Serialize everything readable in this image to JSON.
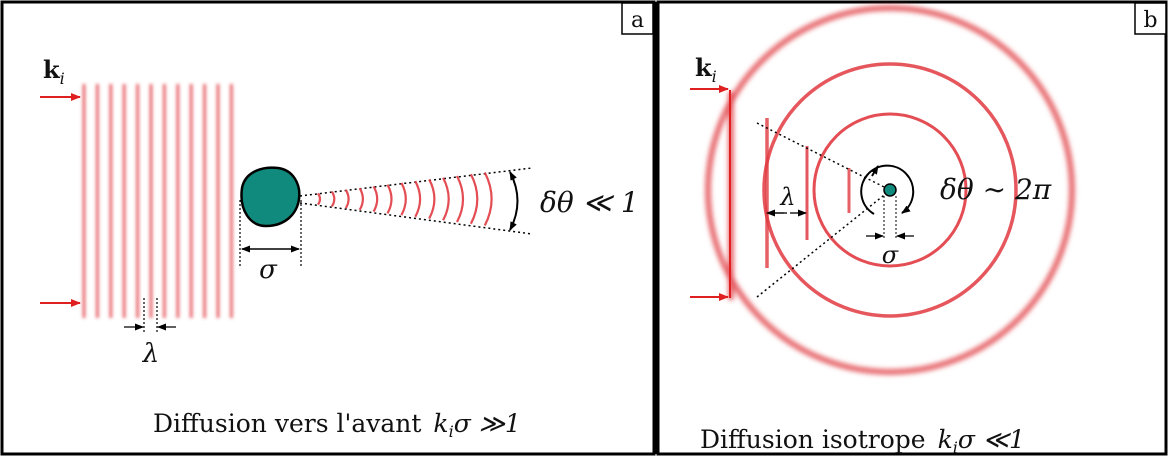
{
  "panel_a": {
    "tag": "a",
    "wavevector": "k",
    "wavevector_sub": "i",
    "wavelength": "λ",
    "size": "σ",
    "angle": "δθ ≪ 1",
    "caption_text": "Diffusion vers l'avant",
    "caption_k": "k",
    "caption_sub": "i",
    "caption_rest": "σ ≫1"
  },
  "panel_b": {
    "tag": "b",
    "wavevector": "k",
    "wavevector_sub": "i",
    "wavelength": "λ",
    "size": "σ",
    "angle": "δθ ∼ 2π",
    "caption_text": "Diffusion isotrope",
    "caption_k": "k",
    "caption_sub": "i",
    "caption_rest": "σ ≪1"
  },
  "colors": {
    "wave": "#e03a40",
    "arrow": "#e02020",
    "particle": "#0f8a7c",
    "frame": "#000000"
  }
}
